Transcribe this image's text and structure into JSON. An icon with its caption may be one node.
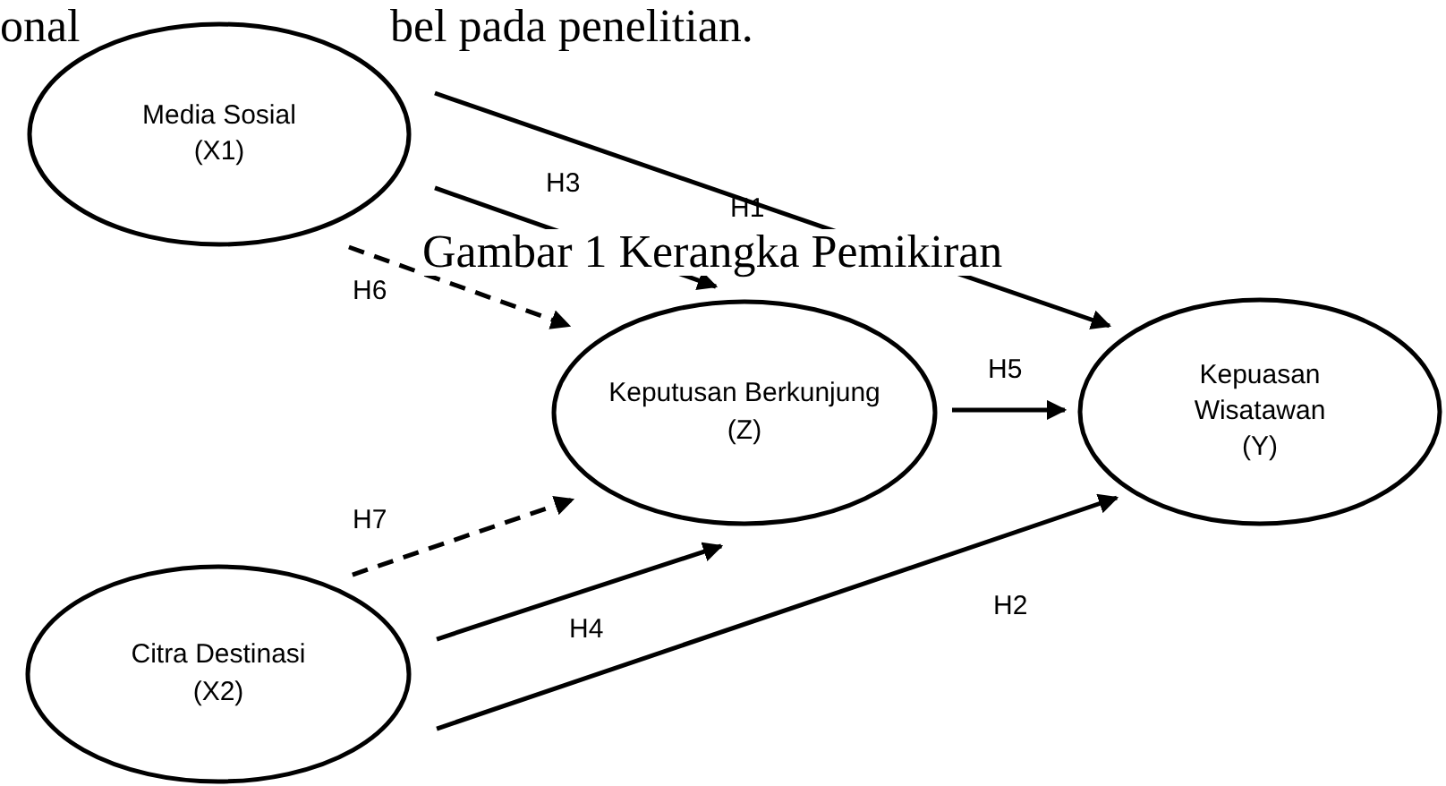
{
  "diagram": {
    "nodes": [
      {
        "text": [
          "Media Sosial",
          "(X1)"
        ]
      },
      {
        "text": [
          "Keputusan Berkunjung",
          "(Z)"
        ]
      },
      {
        "text": [
          "Kepuasan Wisatawan",
          "(Y)"
        ]
      },
      {
        "text": [
          "Citra Destinasi",
          "(X2)"
        ]
      }
    ],
    "edges": [
      {
        "from": 0,
        "to": 2,
        "arrow": "to",
        "label": "H1"
      },
      {
        "from": 0,
        "to": 1,
        "arrow": "to",
        "label": "H3"
      },
      {
        "from": 0,
        "to": 1,
        "arrow": "to",
        "label": "H6",
        "style": "dashed"
      },
      {
        "from": 1,
        "to": 2,
        "arrow": "to",
        "label": "H5"
      },
      {
        "from": 3,
        "to": 1,
        "arrow": "to",
        "label": "H7",
        "style": "dashed"
      },
      {
        "from": 3,
        "to": 1,
        "arrow": "to",
        "label": "H4"
      },
      {
        "from": 3,
        "to": 2,
        "arrow": "to",
        "label": "H2"
      }
    ],
    "labels": [
      "onal",
      "bel pada penelitian.",
      "Gambar 1 Kerangka Pemikiran"
    ]
  }
}
